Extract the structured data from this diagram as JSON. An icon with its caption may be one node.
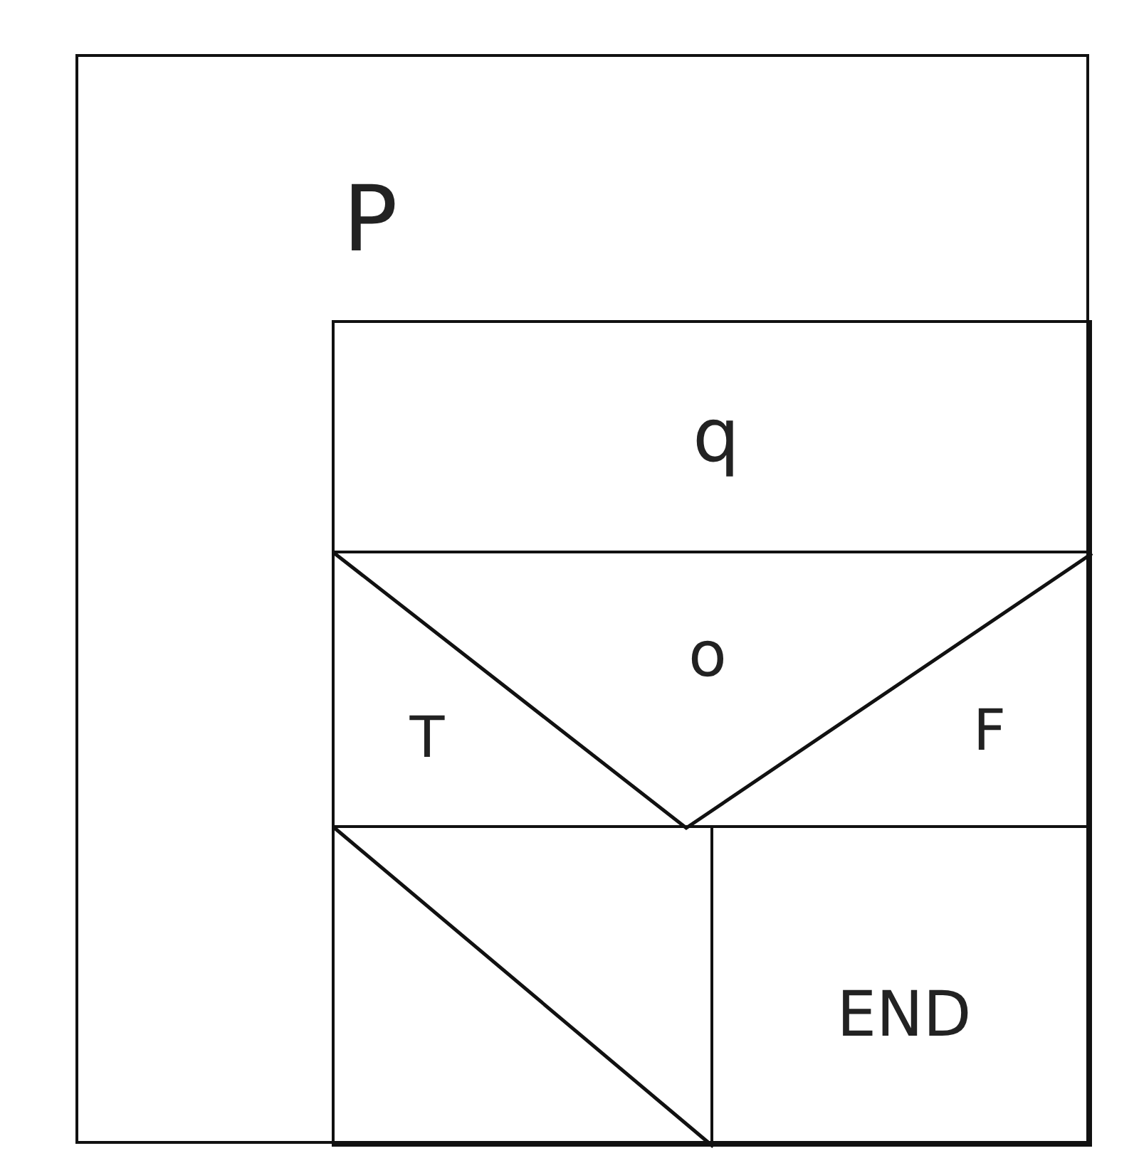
{
  "diagram": {
    "nodes": [
      {
        "text": [
          "P"
        ]
      },
      {
        "text": [
          "q"
        ],
        "in": 0
      },
      {
        "text": [
          "o",
          "T",
          "F"
        ],
        "in": 0
      },
      {
        "text": [],
        "shape": "box",
        "in": 0
      },
      {
        "text": [
          "END"
        ],
        "in": 0
      }
    ]
  }
}
